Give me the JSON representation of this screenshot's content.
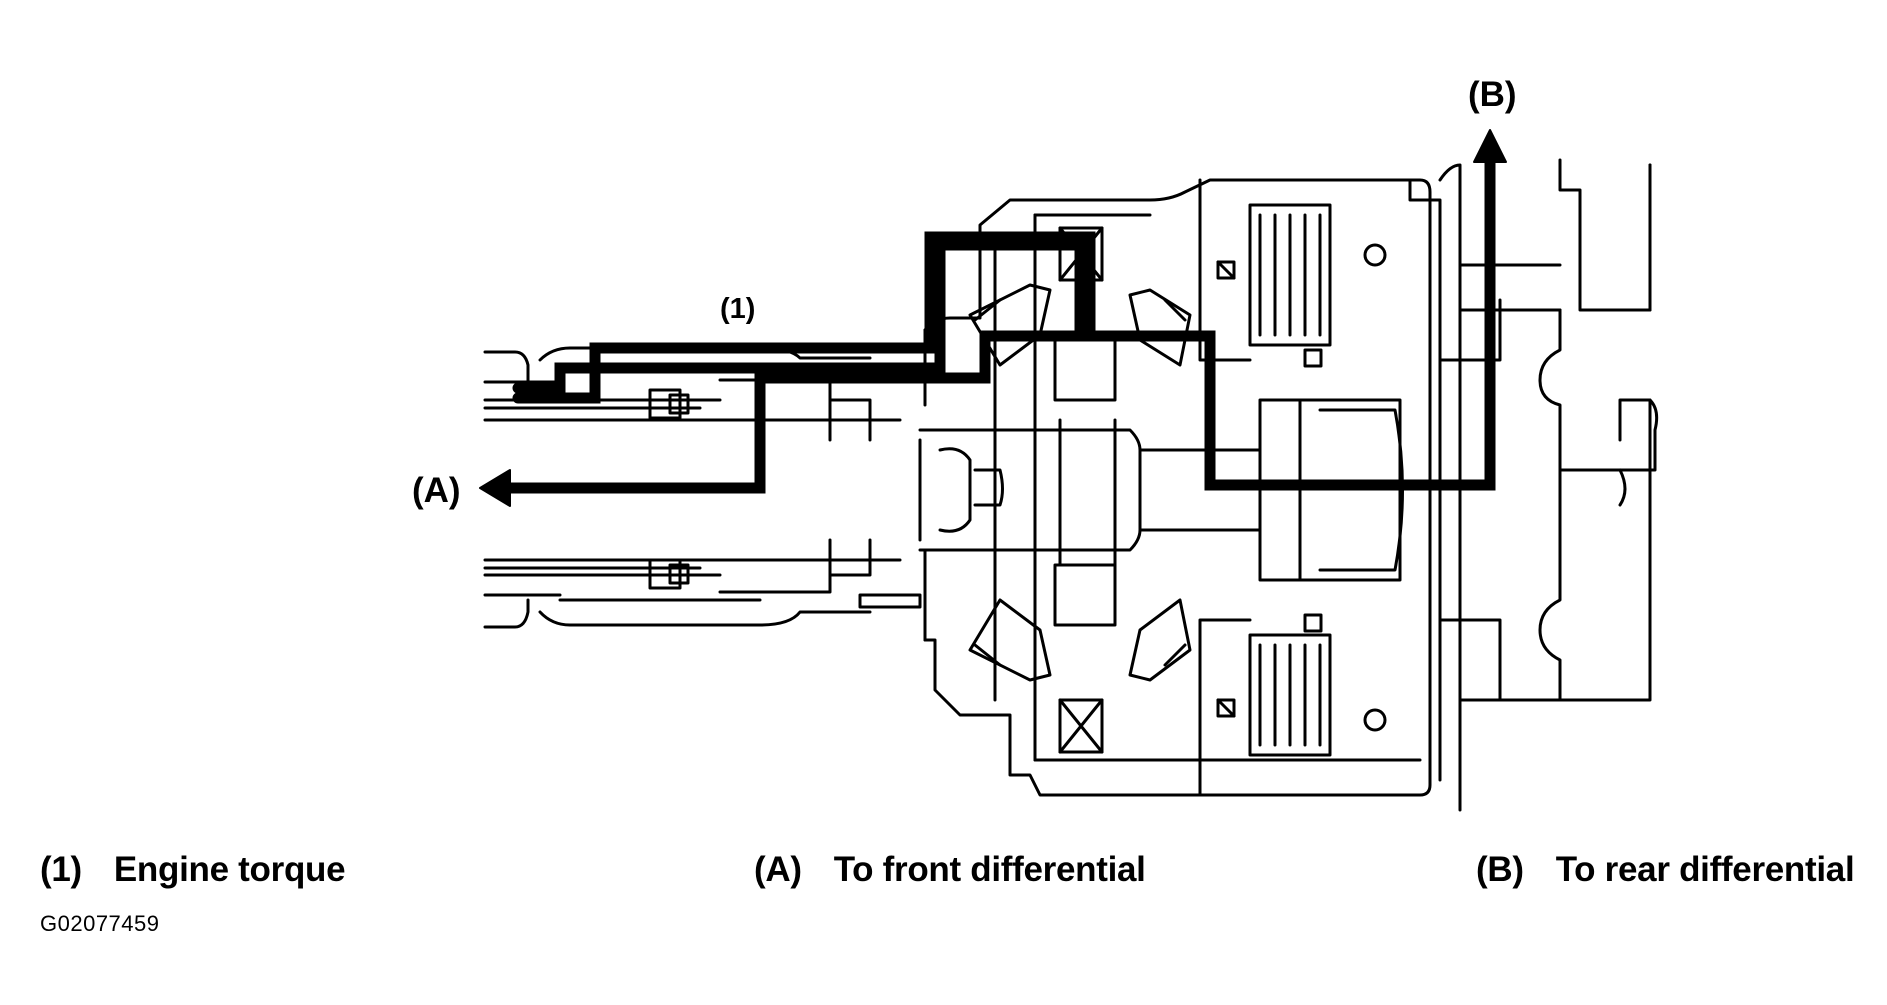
{
  "callouts": {
    "one": "(1)",
    "a": "(A)",
    "b": "(B)"
  },
  "legend": [
    {
      "key": "(1)",
      "text": "Engine torque"
    },
    {
      "key": "(A)",
      "text": "To front differential"
    },
    {
      "key": "(B)",
      "text": "To rear differential"
    }
  ],
  "figure_id": "G02077459",
  "colors": {
    "line": "#000000",
    "background": "#ffffff"
  }
}
